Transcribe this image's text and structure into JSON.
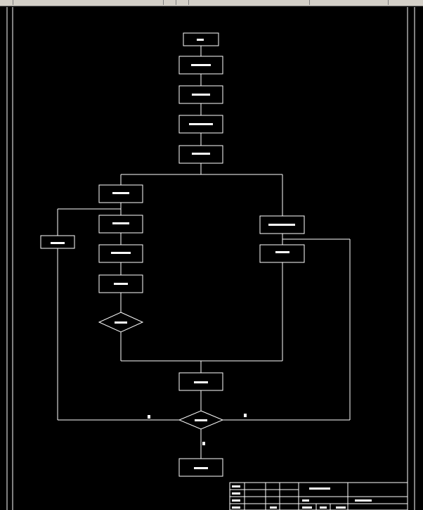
{
  "toolbar": {
    "left_label": "",
    "bg_color": "#d4d0c8"
  },
  "drawing": {
    "background_color": "#000000",
    "line_color": "#ffffff"
  },
  "flowchart": {
    "nodes": [
      {
        "id": "start",
        "shape": "rect"
      },
      {
        "id": "step-1",
        "shape": "rect"
      },
      {
        "id": "step-2",
        "shape": "rect"
      },
      {
        "id": "step-3",
        "shape": "rect"
      },
      {
        "id": "step-4",
        "shape": "rect"
      },
      {
        "id": "left-branch-1",
        "shape": "rect"
      },
      {
        "id": "left-branch-2",
        "shape": "rect"
      },
      {
        "id": "left-branch-3",
        "shape": "rect"
      },
      {
        "id": "left-branch-4",
        "shape": "rect"
      },
      {
        "id": "left-decision",
        "shape": "diamond"
      },
      {
        "id": "side-box",
        "shape": "rect"
      },
      {
        "id": "right-branch-1",
        "shape": "rect"
      },
      {
        "id": "right-branch-2",
        "shape": "rect"
      },
      {
        "id": "merge-step",
        "shape": "rect"
      },
      {
        "id": "main-decision",
        "shape": "diamond"
      },
      {
        "id": "end",
        "shape": "rect"
      }
    ],
    "branch_labels": [
      "",
      "",
      ""
    ]
  },
  "title_block": {
    "drawing_title": "",
    "rows": [
      {
        "role": "",
        "name": "",
        "date": ""
      },
      {
        "role": "",
        "name": "",
        "date": ""
      },
      {
        "role": "",
        "name": "",
        "date": ""
      },
      {
        "role": "",
        "name": "",
        "date": ""
      }
    ],
    "part_name": "",
    "scale": "",
    "sheet": ""
  }
}
